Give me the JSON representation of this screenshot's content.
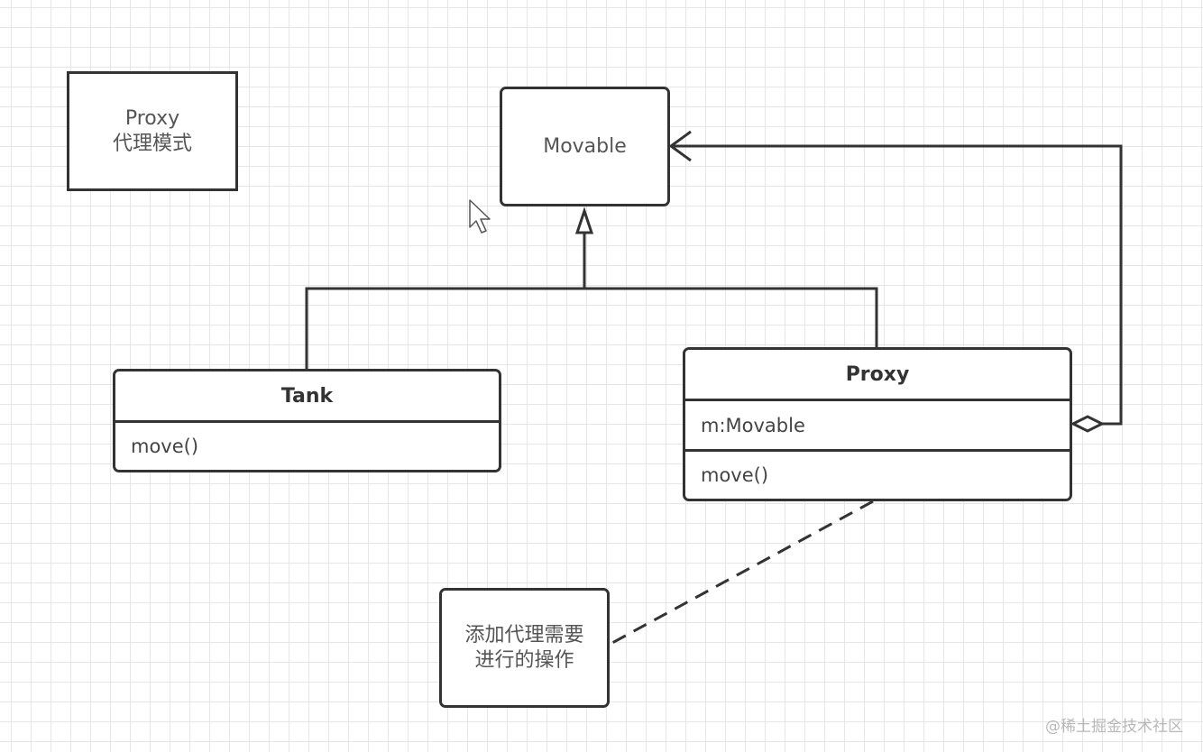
{
  "title_box": {
    "line1": "Proxy",
    "line2": "代理模式"
  },
  "movable_box": {
    "label": "Movable"
  },
  "tank_class": {
    "name": "Tank",
    "method": "move()"
  },
  "proxy_class": {
    "name": "Proxy",
    "field": "m:Movable",
    "method": "move()"
  },
  "note": {
    "line1": "添加代理需要",
    "line2": "进行的操作"
  },
  "watermark": "@稀土掘金技术社区",
  "colors": {
    "line": "#333333",
    "grid": "#e6e6e6",
    "text": "#555555"
  }
}
